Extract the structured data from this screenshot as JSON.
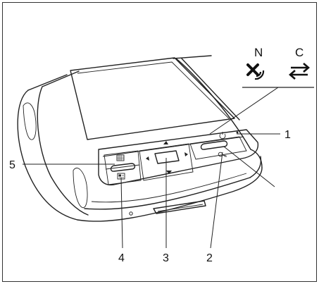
{
  "callouts": [
    "1",
    "2",
    "3",
    "4",
    "5"
  ],
  "indicators": [
    {
      "letter": "N",
      "icon": "satellite-signal-off-icon"
    },
    {
      "letter": "C",
      "icon": "sync-arrows-icon"
    }
  ],
  "button_icons": {
    "upper_left": "grid-calendar-icon",
    "lower_left": "contacts-card-icon",
    "upper_right": "power-icon",
    "lower_right": "key-icon"
  }
}
